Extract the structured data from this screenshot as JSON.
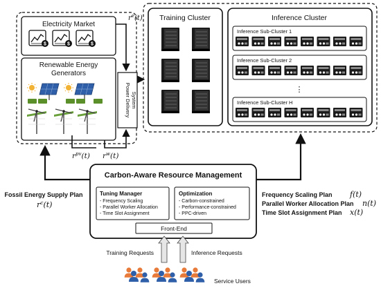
{
  "energy_side": {
    "market_title": "Electricity Market",
    "renewable_title_line1": "Renewable Energy",
    "renewable_title_line2": "Generators",
    "power_delivery_line1": "Power Delivery",
    "power_delivery_line2": "System",
    "price_grid": "r",
    "price_grid_sup": "e",
    "price_pv": "r",
    "price_pv_sup": "pv",
    "price_wind": "r",
    "price_wind_sup": "w",
    "price_arg": "(t)"
  },
  "clusters": {
    "training_title": "Training Cluster",
    "inference_title": "Inference Cluster",
    "sub_cluster_1": "Inference Sub-Cluster 1",
    "sub_cluster_2": "Inference Sub-Cluster 2",
    "ellipsis": "⋮",
    "sub_cluster_h": "Inference Sub-Cluster H"
  },
  "management": {
    "title": "Carbon-Aware Resource Management",
    "tuning_title": "Tuning Manager",
    "tuning_items": [
      "- Frequency Scaling",
      "- Parallel Worker Allocation",
      "- Time Slot Assignment"
    ],
    "optimization_title": "Optimization",
    "optimization_items": [
      "- Carbon-constrained",
      "- Performance-constrained",
      "- PPC-driven"
    ],
    "front_end": "Front-End"
  },
  "left_output": {
    "label": "Fossil Energy Supply Plan",
    "symbol": "r",
    "symbol_sup": "c",
    "symbol_arg": "(t)"
  },
  "right_outputs": [
    {
      "label": "Frequency Scaling Plan",
      "symbol": "f(t)"
    },
    {
      "label": "Parallel Worker Allocation Plan",
      "symbol": "n(t)"
    },
    {
      "label": "Time Slot Assignment Plan",
      "symbol": "x(t)"
    }
  ],
  "requests": {
    "training": "Training Requests",
    "inference": "Inference Requests",
    "users": "Service Users"
  },
  "colors": {
    "line": "#111111",
    "server_fill": "#1a1a1a",
    "server_light": "#ffffff",
    "panel_blue": "#2f5fa8",
    "sun_yellow": "#f2b233",
    "battery_green": "#5a8f2a",
    "arrow_gray": "#e6e6e6",
    "user_orange": "#e87b3a",
    "user_blue": "#2f5fa8"
  },
  "icons": [
    "market-chart-icon",
    "solar-panel-icon",
    "sun-icon",
    "battery-icon",
    "wind-turbine-icon",
    "server-rack-icon",
    "server-box-icon",
    "user-icon",
    "up-arrow-icon"
  ]
}
